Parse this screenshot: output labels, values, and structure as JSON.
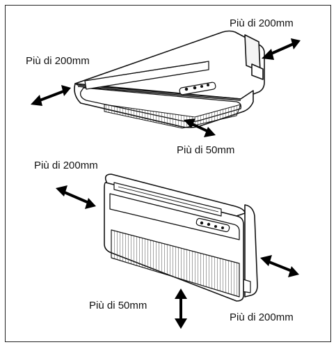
{
  "labels": {
    "ceiling_right": "Più di 200mm",
    "ceiling_left": "Più di 200mm",
    "ceiling_bottom": "Più di 50mm",
    "floor_top_left": "Più di 200mm",
    "floor_bottom": "Più di 50mm",
    "floor_right": "Più di 200mm"
  }
}
